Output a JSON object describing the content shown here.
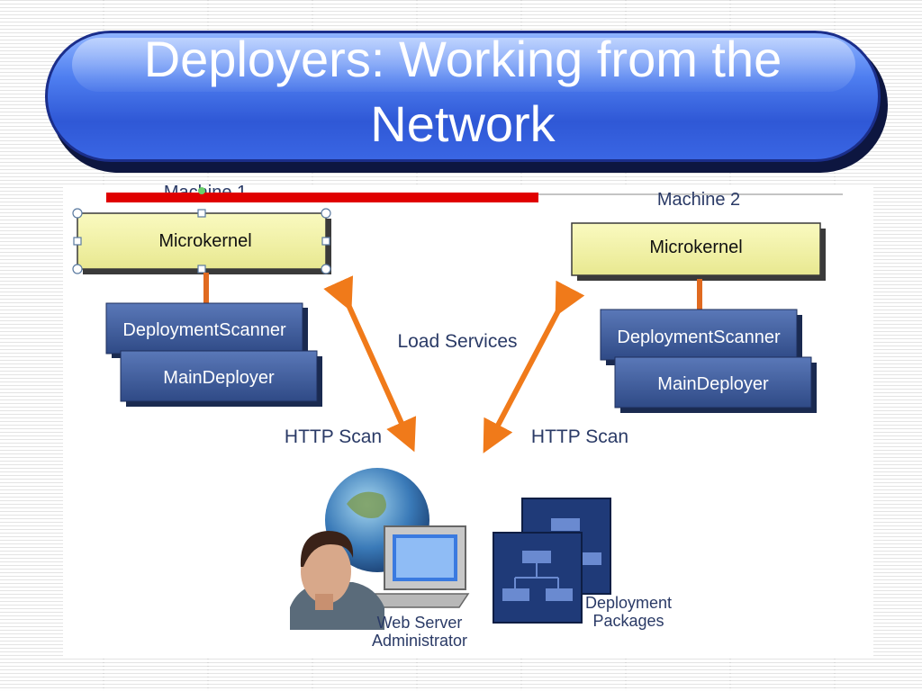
{
  "slide": {
    "title_line1": "Deployers: Working from the",
    "title_line2": "Network"
  },
  "diagram": {
    "machine1": {
      "label": "Machine 1",
      "microkernel": "Microkernel",
      "scanner": "DeploymentScanner",
      "deployer": "MainDeployer"
    },
    "machine2": {
      "label": "Machine 2",
      "microkernel": "Microkernel",
      "scanner": "DeploymentScanner",
      "deployer": "MainDeployer"
    },
    "load_services": "Load Services",
    "http_scan_left": "HTTP Scan",
    "http_scan_right": "HTTP Scan",
    "web_server_line1": "Web Server",
    "web_server_line2": "Administrator",
    "packages_line1": "Deployment",
    "packages_line2": "Packages"
  },
  "colors": {
    "microkernel_fill": "#f2f2a6",
    "component_fill": "#3d5a9a",
    "arrow": "#f07a1a",
    "red_bar": "#e00000",
    "connector": "#e06a20"
  }
}
